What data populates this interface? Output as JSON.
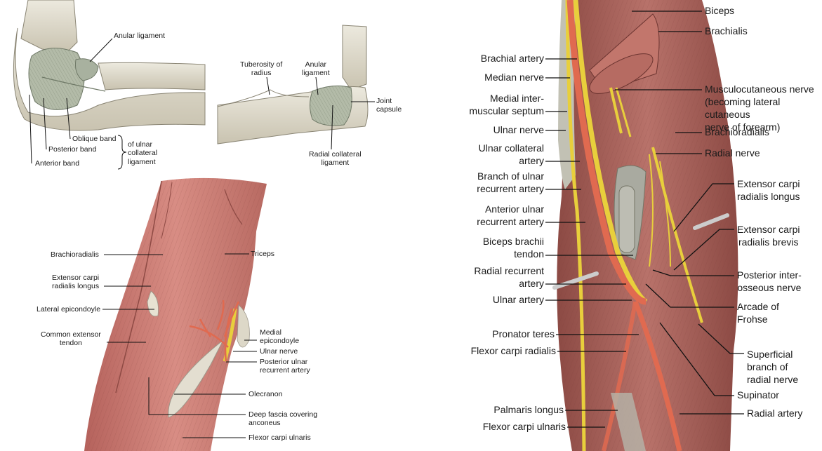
{
  "bones_top_left": {
    "anular_ligament": "Anular\nligament",
    "oblique_band": "Oblique band",
    "posterior_band": "Posterior band",
    "anterior_band": "Anterior band",
    "ulnar_collateral": "of ulnar\ncollateral\nligament"
  },
  "bones_top_right": {
    "tuberosity": "Tuberosity of\nradius",
    "anular_ligament": "Anular\nligament",
    "joint_capsule": "Joint\ncapsule",
    "radial_collateral": "Radial collateral\nligament"
  },
  "posterior_view": {
    "brachioradialis": "Brachioradialis",
    "ecrl": "Extensor carpi\nradialis longus",
    "lateral_epicondyle": "Lateral epicondoyle",
    "common_extensor": "Common extensor\ntendon",
    "triceps": "Triceps",
    "medial_epicondyle": "Medial\nepicondoyle",
    "ulnar_nerve": "Ulnar nerve",
    "posterior_ulnar_recurrent": "Posterior ulnar\nrecurrent artery",
    "olecranon": "Olecranon",
    "deep_fascia": "Deep fascia covering\nanconeus",
    "flexor_carpi_ulnaris": "Flexor carpi ulnaris"
  },
  "anterior_view": {
    "left": {
      "brachial_artery": "Brachial artery",
      "median_nerve": "Median nerve",
      "medial_septum": "Medial inter-\nmuscular septum",
      "ulnar_nerve": "Ulnar nerve",
      "ulnar_collateral_artery": "Ulnar collateral\nartery",
      "branch_ulnar_recurrent": "Branch of ulnar\nrecurrent artery",
      "anterior_ulnar_recurrent": "Anterior ulnar\nrecurrent artery",
      "biceps_tendon": "Biceps brachii\ntendon",
      "radial_recurrent": "Radial recurrent\nartery",
      "ulnar_artery": "Ulnar artery",
      "pronator_teres": "Pronator teres",
      "flexor_carpi_radialis": "Flexor carpi radialis",
      "palmaris_longus": "Palmaris longus",
      "flexor_carpi_ulnaris": "Flexor carpi ulnaris"
    },
    "right": {
      "biceps": "Biceps",
      "brachialis": "Brachialis",
      "musculocutaneous": "Musculocutaneous nerve\n(becoming lateral cutaneous\nnerve of forearm)",
      "brachioradialis": "Brachioradialis",
      "radial_nerve": "Radial nerve",
      "ecrl": "Extensor carpi\nradialis longus",
      "ecrb": "Extensor carpi\nradialis brevis",
      "posterior_interosseous": "Posterior inter-\nosseous nerve",
      "arcade_frohse": "Arcade of\nFrohse",
      "superficial_branch": "Superficial\nbranch of\nradial nerve",
      "supinator": "Supinator",
      "radial_artery": "Radial artery"
    }
  },
  "colors": {
    "muscle": "#b36a62",
    "muscle_dark": "#8e4a44",
    "artery": "#e06a50",
    "nerve": "#e8cf3c",
    "bone": "#d9d4c4",
    "tendon": "#a9aaa0",
    "ligament": "#a8b19f"
  }
}
